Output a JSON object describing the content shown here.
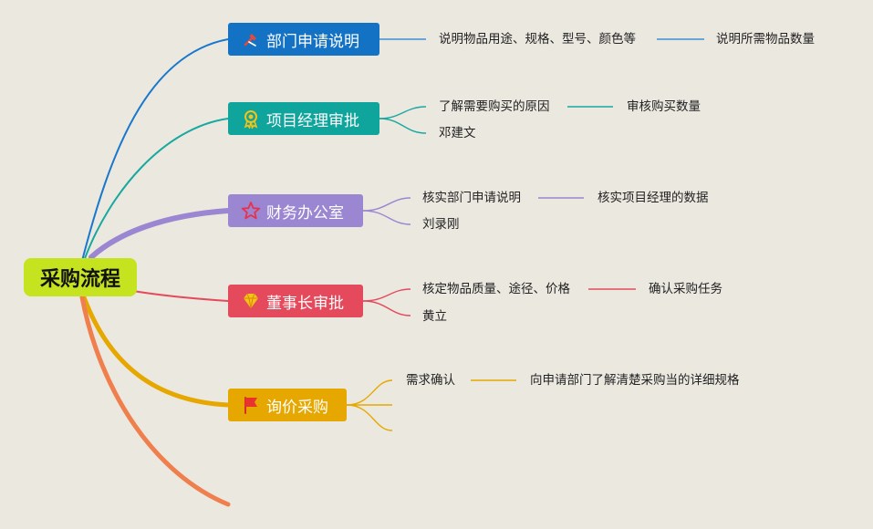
{
  "root": {
    "label": "采购流程",
    "color": "#c5e31f"
  },
  "branches": [
    {
      "label": "部门申请说明",
      "color": "#1372c4",
      "icon": "tools-icon",
      "leaves": [
        {
          "label": "说明物品用途、规格、型号、颜色等",
          "child": "说明所需物品数量"
        }
      ]
    },
    {
      "label": "项目经理审批",
      "color": "#0fa59c",
      "icon": "award-ribbon-icon",
      "leaves": [
        {
          "label": "了解需要购买的原因",
          "child": "审核购买数量"
        },
        {
          "label": "邓建文"
        }
      ]
    },
    {
      "label": "财务办公室",
      "color": "#9b86d2",
      "icon": "star-icon",
      "leaves": [
        {
          "label": "核实部门申请说明",
          "child": "核实项目经理的数据"
        },
        {
          "label": "刘录刚"
        }
      ]
    },
    {
      "label": "董事长审批",
      "color": "#e44a5b",
      "icon": "diamond-icon",
      "leaves": [
        {
          "label": "核定物品质量、途径、价格",
          "child": "确认采购任务"
        },
        {
          "label": "黄立"
        }
      ]
    },
    {
      "label": "询价采购",
      "color": "#e6a800",
      "icon": "flag-icon",
      "leaves": [
        {
          "label": "需求确认",
          "child": "向申请部门了解清楚采购当的详细规格"
        },
        {
          "label": ""
        },
        {
          "label": ""
        }
      ]
    }
  ],
  "trailing_branch_color": "#f07f4e"
}
